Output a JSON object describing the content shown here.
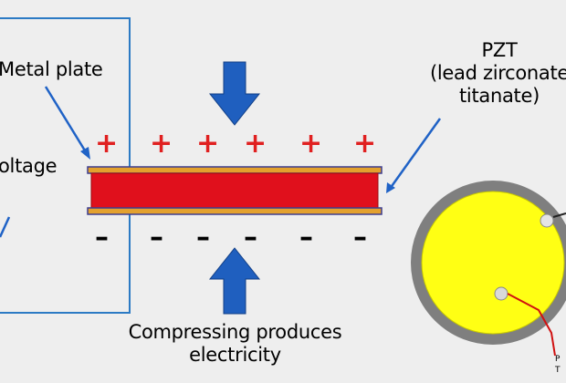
{
  "labels": {
    "metal_plate": "Metal plate",
    "voltage": "oltage",
    "pzt_line1": "PZT",
    "pzt_line2": "(lead zirconate",
    "pzt_line3": "titanate)",
    "caption_line1": "Compressing produces",
    "caption_line2": "electricity",
    "corner_line1": "P",
    "corner_line2": "T"
  },
  "charges": {
    "positive_symbol": "+",
    "negative_symbol": "–"
  },
  "colors": {
    "background": "#eeeeee",
    "wire": "#2b7ac4",
    "arrow": "#1f5fbf",
    "crystal": "#e0101c",
    "plate_fill": "#e3a12e",
    "plate_edge": "#3d3d8f",
    "disc_outer": "#7f7f7f",
    "disc_inner": "#ffff14",
    "lead_wire": "#d01010"
  }
}
